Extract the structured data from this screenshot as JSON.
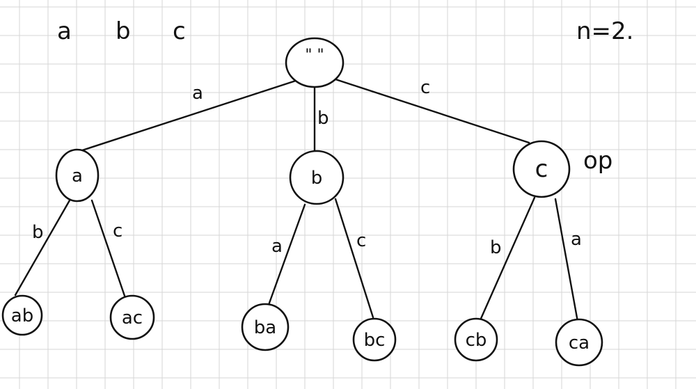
{
  "alphabet": [
    "a",
    "b",
    "c"
  ],
  "note_n": "n=2.",
  "note_op": "op",
  "root": {
    "label": "\" \""
  },
  "level1": [
    {
      "label": "a",
      "edge_label": "a"
    },
    {
      "label": "b",
      "edge_label": "b"
    },
    {
      "label": "c",
      "edge_label": "c"
    }
  ],
  "level2": [
    {
      "label": "ab",
      "edge_label": "b"
    },
    {
      "label": "ac",
      "edge_label": "c"
    },
    {
      "label": "ba",
      "edge_label": "a"
    },
    {
      "label": "bc",
      "edge_label": "c"
    },
    {
      "label": "cb",
      "edge_label": "b"
    },
    {
      "label": "ca",
      "edge_label": "a"
    }
  ],
  "colors": {
    "grid": "#d6d6d6",
    "ink": "#111111",
    "background": "#ffffff"
  }
}
